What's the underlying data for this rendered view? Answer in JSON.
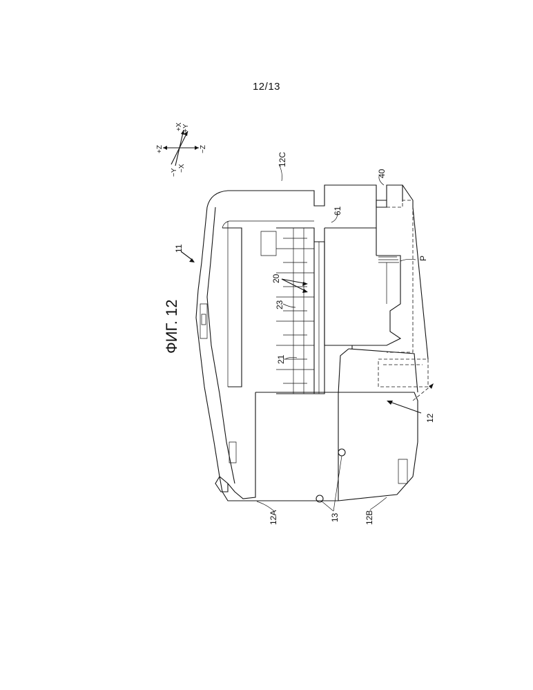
{
  "page_number": "12/13",
  "figure_title": "ФИГ. 12",
  "axes": {
    "plus_x": "+X",
    "plus_y": "+Y",
    "plus_z": "+Z",
    "minus_z": "−Z",
    "minus_y": "−Y",
    "minus_x": "−X"
  },
  "labels": {
    "ref_11": "11",
    "ref_12": "12",
    "ref_12A": "12A",
    "ref_12B": "12B",
    "ref_12C": "12C",
    "ref_13": "13",
    "ref_20": "20",
    "ref_21": "21",
    "ref_23": "23",
    "ref_40": "40",
    "ref_61": "61",
    "ref_P": "P"
  }
}
